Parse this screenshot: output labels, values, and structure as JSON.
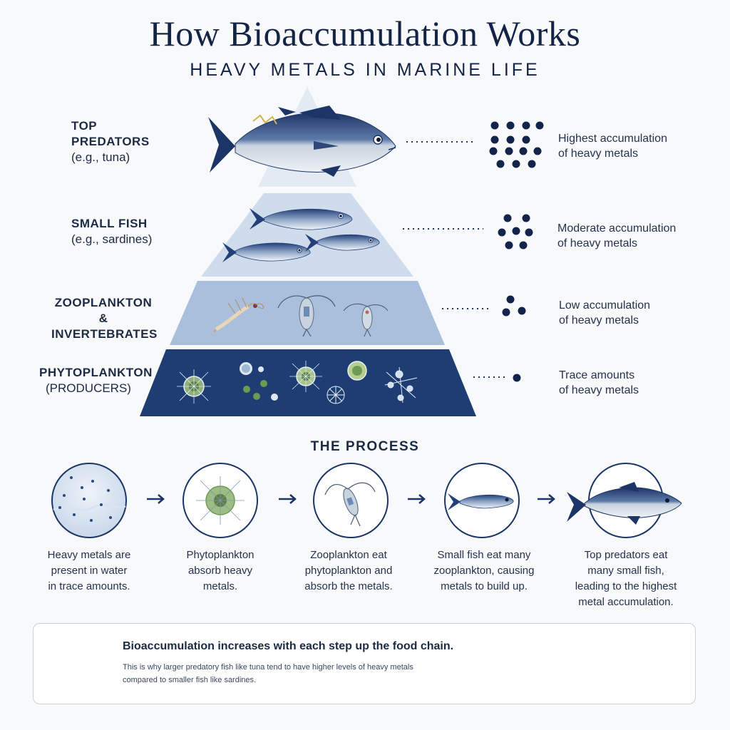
{
  "header": {
    "title": "How Bioaccumulation Works",
    "subtitle": "HEAVY METALS IN MARINE LIFE"
  },
  "tiers": [
    {
      "name": "TOP",
      "name2": "PREDATORS",
      "example": "(e.g., tuna)",
      "accumulation_1": "Highest accumulation",
      "accumulation_2": "of heavy metals",
      "dots": 14
    },
    {
      "name": "SMALL FISH",
      "example": "(e.g., sardines)",
      "accumulation_1": "Moderate accumulation",
      "accumulation_2": "of heavy metals",
      "dots": 7
    },
    {
      "name": "ZOOPLANKTON",
      "name2": "& INVERTEBRATES",
      "accumulation_1": "Low accumulation",
      "accumulation_2": "of heavy metals",
      "dots": 3
    },
    {
      "name": "PHYTOPLANKTON",
      "example": "(PRODUCERS)",
      "accumulation_1": "Trace amounts",
      "accumulation_2": "of heavy metals",
      "dots": 1
    }
  ],
  "process": {
    "title": "THE PROCESS",
    "steps": [
      {
        "line1": "Heavy metals are",
        "line2": "present in water",
        "line3": "in trace amounts."
      },
      {
        "line1": "Phytoplankton",
        "line2": "absorb heavy",
        "line3": "metals."
      },
      {
        "line1": "Zooplankton eat",
        "line2": "phytoplankton and",
        "line3": "absorb the metals."
      },
      {
        "line1": "Small fish eat many",
        "line2": "zooplankton, causing",
        "line3": "metals to build up."
      },
      {
        "line1": "Top predators eat",
        "line2": "many small fish,",
        "line3": "leading to the highest",
        "line4": "metal accumulation."
      }
    ]
  },
  "note": {
    "headline": "Bioaccumulation increases with each step up the food chain.",
    "body": "This is why larger predatory fish like tuna tend to have higher levels of heavy metals compared to smaller fish like sardines."
  },
  "icons": {
    "shield": "shield-check-icon",
    "tuna": "tuna-icon",
    "sardine": "sardine-icon",
    "arrow": "arrow-right-icon"
  },
  "colors": {
    "navy": "#1b3566",
    "tier1": "#e6edf5",
    "tier2": "#cfdcec",
    "tier3": "#a9bfdc",
    "tier4": "#1e3d73",
    "dot": "#13244a"
  }
}
